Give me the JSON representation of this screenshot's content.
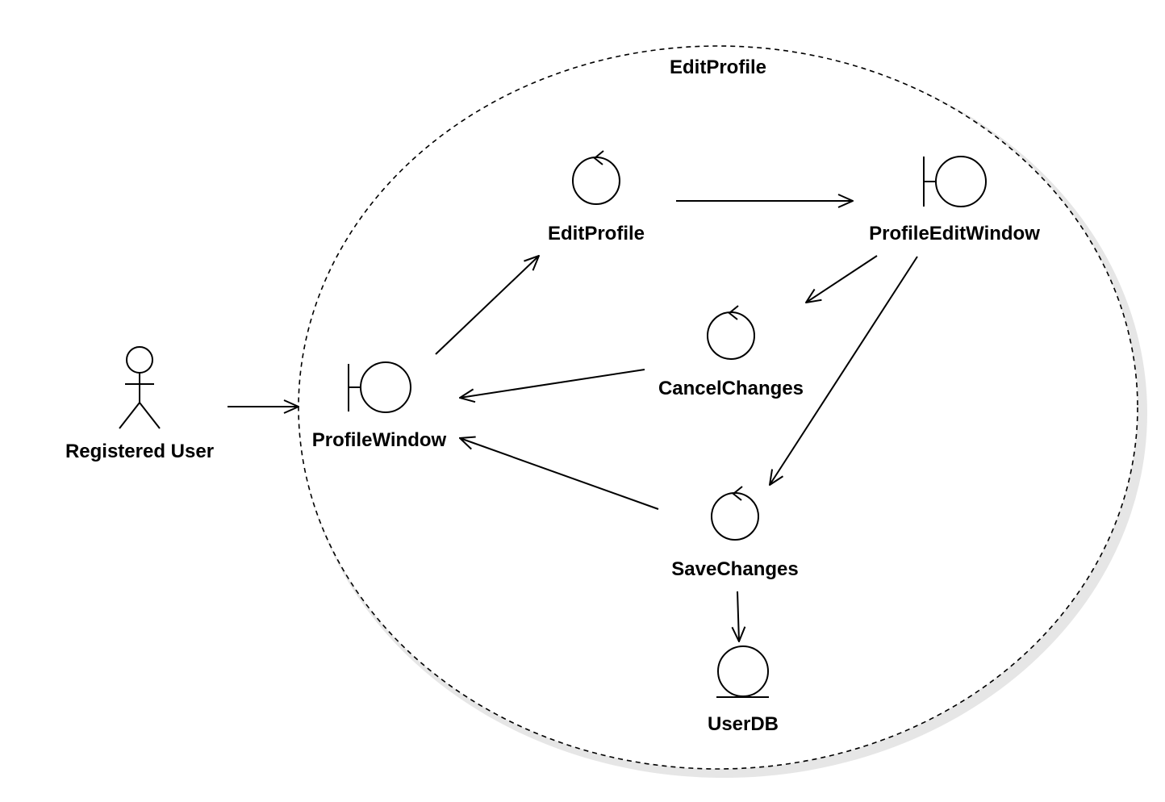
{
  "diagram": {
    "type": "UML robustness diagram",
    "boundary_label": "EditProfile",
    "nodes": [
      {
        "id": "registered-user",
        "kind": "actor",
        "label": "Registered User"
      },
      {
        "id": "profile-window",
        "kind": "boundary",
        "label": "ProfileWindow"
      },
      {
        "id": "edit-profile",
        "kind": "control",
        "label": "EditProfile"
      },
      {
        "id": "profile-edit-window",
        "kind": "boundary",
        "label": "ProfileEditWindow"
      },
      {
        "id": "cancel-changes",
        "kind": "control",
        "label": "CancelChanges"
      },
      {
        "id": "save-changes",
        "kind": "control",
        "label": "SaveChanges"
      },
      {
        "id": "user-db",
        "kind": "entity",
        "label": "UserDB"
      }
    ],
    "edges": [
      {
        "from": "registered-user",
        "to": "profile-window"
      },
      {
        "from": "profile-window",
        "to": "edit-profile"
      },
      {
        "from": "edit-profile",
        "to": "profile-edit-window"
      },
      {
        "from": "profile-edit-window",
        "to": "cancel-changes"
      },
      {
        "from": "profile-edit-window",
        "to": "save-changes"
      },
      {
        "from": "cancel-changes",
        "to": "profile-window"
      },
      {
        "from": "save-changes",
        "to": "profile-window"
      },
      {
        "from": "save-changes",
        "to": "user-db"
      }
    ],
    "colors": {
      "stroke": "#000000",
      "background": "#ffffff",
      "shadow": "#e6e6e6"
    }
  }
}
